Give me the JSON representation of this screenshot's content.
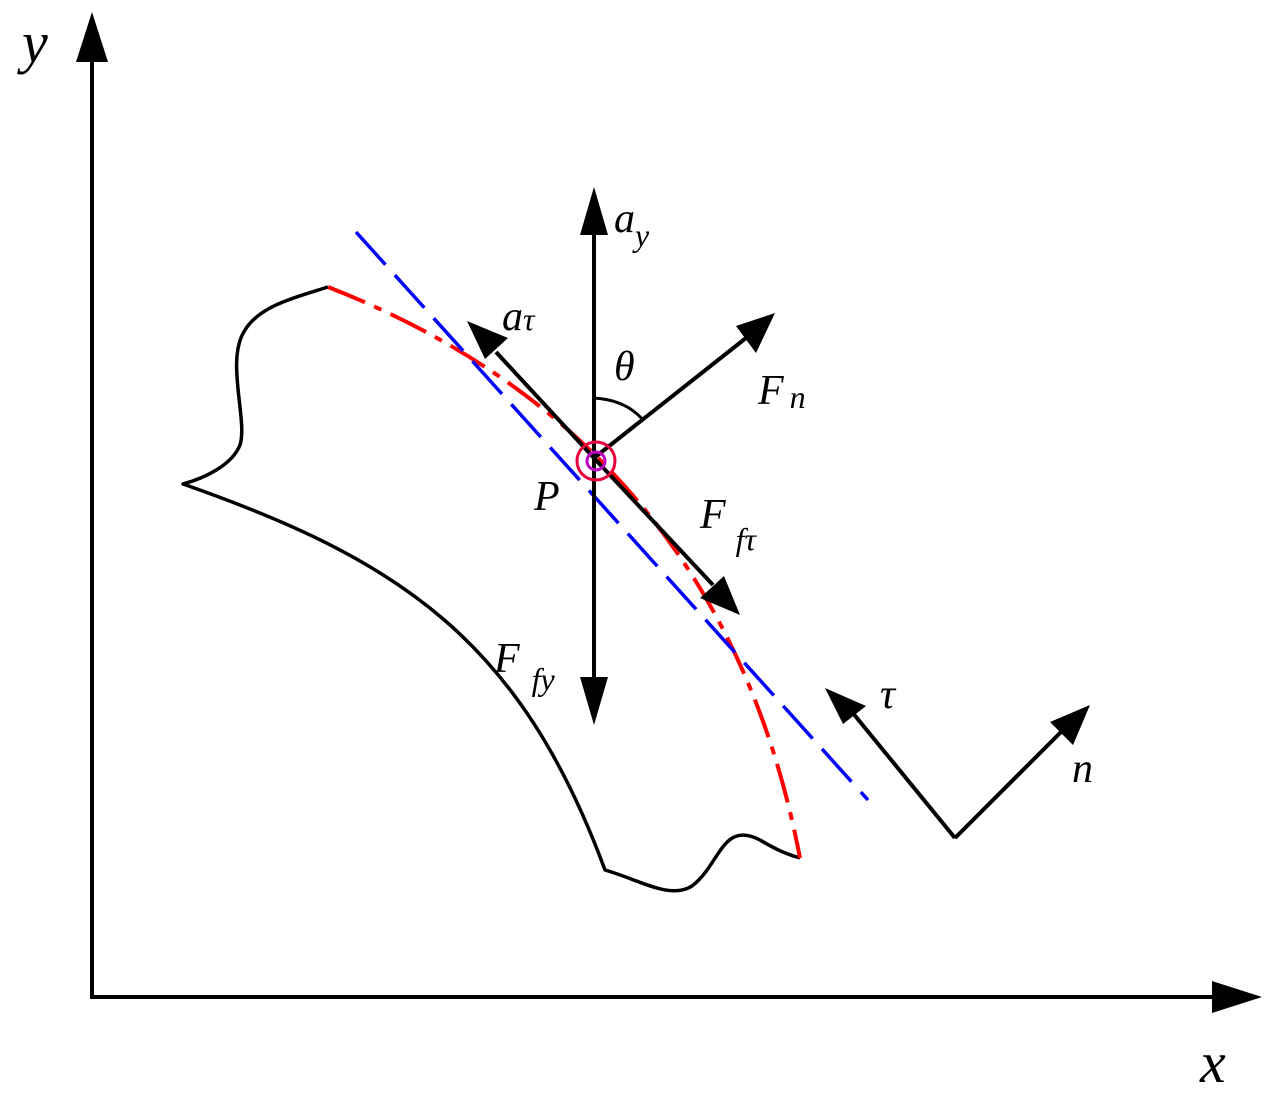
{
  "colors": {
    "stroke": "#000000",
    "red_curve": "#ff0000",
    "blue_tangent": "#0000ff",
    "contact_marker_outer": "#e8003c",
    "contact_marker_inner": "#c000c0",
    "background": "#ffffff"
  },
  "labels": {
    "axis_x": "x",
    "axis_y": "y",
    "a_y": {
      "main": "a",
      "sub": "y"
    },
    "a_tau": {
      "main": "a",
      "sub": "τ"
    },
    "theta": "θ",
    "F_n": {
      "main": "F",
      "sub": "n"
    },
    "point_P": "P",
    "F_ftau": {
      "main": "F",
      "sub": "fτ"
    },
    "F_fy": {
      "main": "F",
      "sub": "fy"
    },
    "tau_axis": "τ",
    "n_axis": "n"
  }
}
